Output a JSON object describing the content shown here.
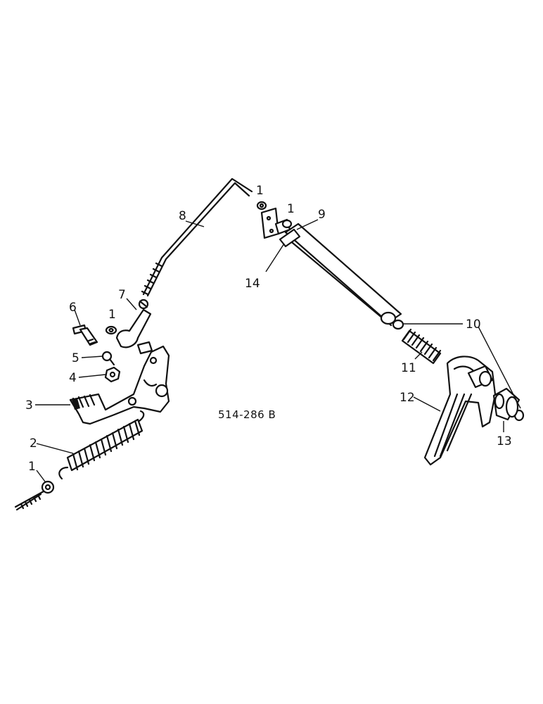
{
  "diagram_ref": "514-286 B",
  "callouts": {
    "c1_rod_end": "1",
    "c1_washer_a": "1",
    "c1_washer_b": "1",
    "c1_washer_c": "1",
    "c2": "2",
    "c3": "3",
    "c4": "4",
    "c5": "5",
    "c6": "6",
    "c7": "7",
    "c8": "8",
    "c9": "9",
    "c10": "10",
    "c11": "11",
    "c12": "12",
    "c13": "13",
    "c14": "14"
  }
}
